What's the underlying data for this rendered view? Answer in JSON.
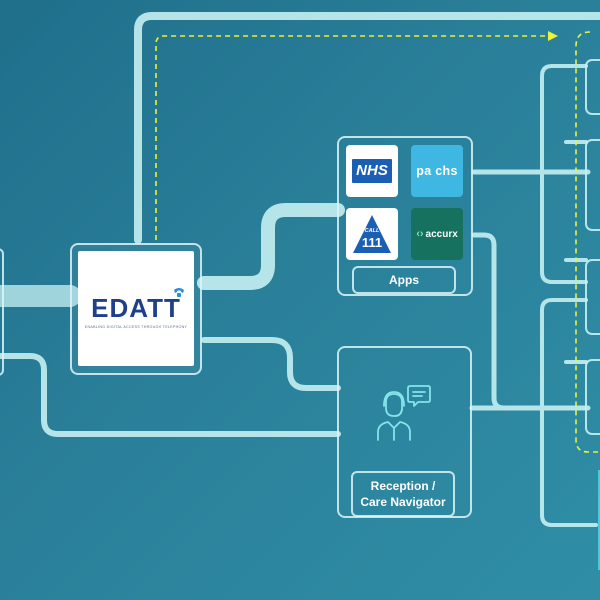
{
  "edatt": {
    "logo_text": "EDATT",
    "tagline": "ENABLING DIGITAL ACCESS THROUGH TELEPHONY"
  },
  "apps": {
    "label": "Apps",
    "tiles": [
      {
        "text": "NHS",
        "color": "#1b5fb4"
      },
      {
        "text": "pa chs",
        "color": "#3fb7e3"
      },
      {
        "text_top": "CALL",
        "text_main": "111",
        "color": "#1b5fb4"
      },
      {
        "text": "accurx",
        "color": "#16715e"
      }
    ]
  },
  "reception": {
    "label_line1": "Reception /",
    "label_line2": "Care Navigator"
  },
  "colors": {
    "background": "#2a7f99",
    "flow_line": "#c5f0f2",
    "dashed_line": "#eaf23a"
  }
}
